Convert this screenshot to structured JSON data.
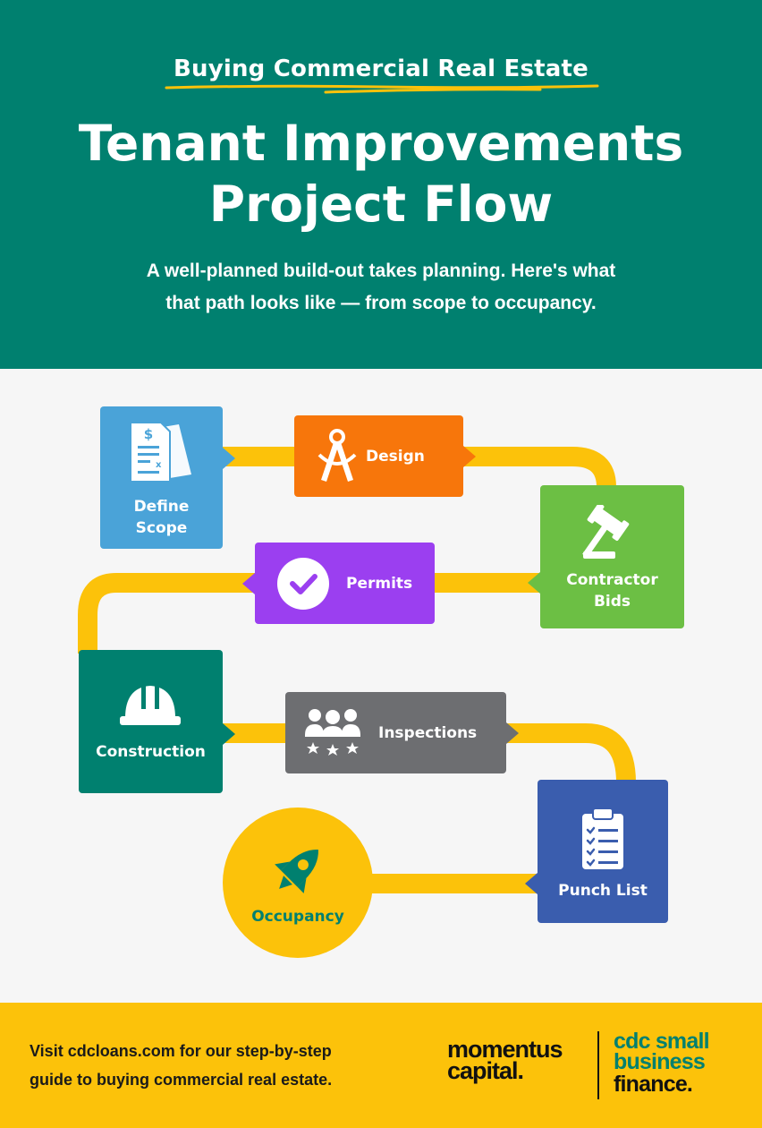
{
  "header": {
    "kicker": "Buying Commercial Real Estate",
    "title_line1": "Tenant Improvements",
    "title_line2": "Project Flow",
    "subtitle_line1": "A well-planned build-out takes planning. Here's what",
    "subtitle_line2": "that path looks like — from scope to occupancy."
  },
  "steps": {
    "define_scope": {
      "line1": "Define",
      "line2": "Scope",
      "icon": "document-dollar-icon"
    },
    "design": {
      "label": "Design",
      "icon": "drafting-compass-icon"
    },
    "contractor_bids": {
      "line1": "Contractor",
      "line2": "Bids",
      "icon": "gavel-icon"
    },
    "permits": {
      "label": "Permits",
      "icon": "checkmark-circle-icon"
    },
    "construction": {
      "label": "Construction",
      "icon": "hard-hat-icon"
    },
    "inspections": {
      "label": "Inspections",
      "icon": "people-stars-icon"
    },
    "punch_list": {
      "label": "Punch List",
      "icon": "clipboard-checklist-icon"
    },
    "occupancy": {
      "label": "Occupancy",
      "icon": "rocket-icon"
    }
  },
  "footer": {
    "text_line1": "Visit cdcloans.com for our step-by-step",
    "text_line2": "guide to buying commercial real estate.",
    "brand1_line1": "momentus",
    "brand1_line2": "capital.",
    "brand2_line1": "cdc small",
    "brand2_line2": "business",
    "brand2_line3": "finance."
  },
  "colors": {
    "header_bg": "#00806f",
    "path": "#fcc20a",
    "define_scope": "#4aa3d8",
    "design": "#f7760b",
    "contractor_bids": "#6cbf44",
    "permits": "#9b3ff0",
    "construction": "#00806f",
    "inspections": "#6d6e71",
    "punch_list": "#3a5dae",
    "occupancy": "#fcc20a",
    "footer_bg": "#fcc20a"
  }
}
